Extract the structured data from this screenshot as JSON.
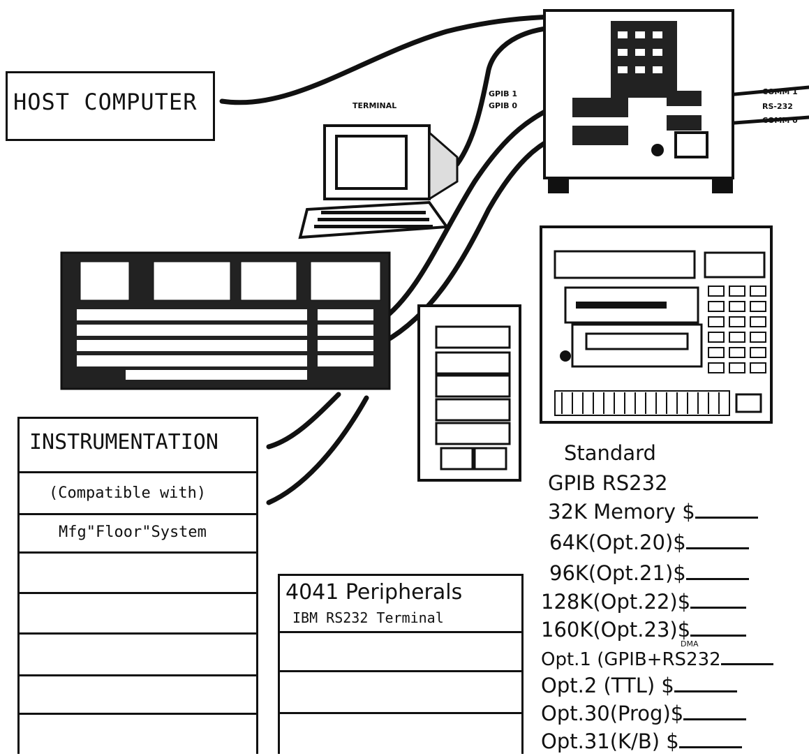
{
  "host": {
    "label": "HOST COMPUTER"
  },
  "terminal": {
    "label": "TERMINAL"
  },
  "controller": {
    "gpib1": "GPIB 1",
    "gpib0": "GPIB 0",
    "comm1": "COMM 1",
    "rs232": "RS-232",
    "comm0": "COMM 0"
  },
  "instrumentation": {
    "title": "INSTRUMENTATION",
    "rows": [
      "(Compatible with)",
      "Mfg\"Floor\"System",
      "",
      "",
      "",
      "",
      ""
    ]
  },
  "peripherals": {
    "title": "4041 Peripherals",
    "subtitle": "IBM RS232 Terminal",
    "rows": [
      "",
      "",
      ""
    ]
  },
  "pricing": {
    "heading1": "Standard",
    "heading2": "GPIB RS232",
    "items": [
      "32K Memory $",
      "64K(Opt.20)$",
      "96K(Opt.21)$",
      "128K(Opt.22)$",
      "160K(Opt.23)$",
      "Opt.1 (GPIB+RS232",
      "Opt.2 (TTL) $",
      "Opt.30(Prog)$",
      "Opt.31(K/B) $"
    ],
    "opt1_note": "DMA"
  }
}
